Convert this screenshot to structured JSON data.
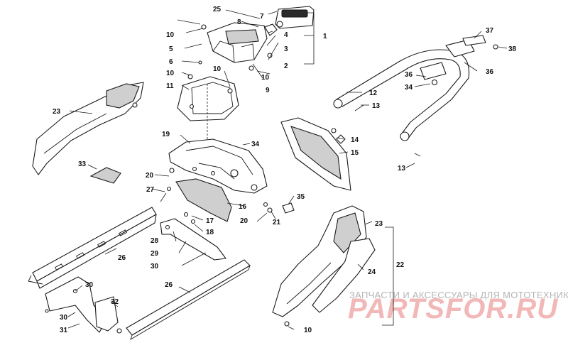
{
  "callouts": [
    {
      "id": "c1",
      "label": "1"
    },
    {
      "id": "c2",
      "label": "2"
    },
    {
      "id": "c3",
      "label": "3"
    },
    {
      "id": "c4",
      "label": "4"
    },
    {
      "id": "c5",
      "label": "5"
    },
    {
      "id": "c6",
      "label": "6"
    },
    {
      "id": "c7",
      "label": "7"
    },
    {
      "id": "c8",
      "label": "8"
    },
    {
      "id": "c9",
      "label": "9"
    },
    {
      "id": "c10a",
      "label": "10"
    },
    {
      "id": "c10b",
      "label": "10"
    },
    {
      "id": "c10c",
      "label": "10"
    },
    {
      "id": "c10d",
      "label": "10"
    },
    {
      "id": "c10e",
      "label": "10"
    },
    {
      "id": "c11",
      "label": "11"
    },
    {
      "id": "c12",
      "label": "12"
    },
    {
      "id": "c13a",
      "label": "13"
    },
    {
      "id": "c13b",
      "label": "13"
    },
    {
      "id": "c14",
      "label": "14"
    },
    {
      "id": "c15",
      "label": "15"
    },
    {
      "id": "c16",
      "label": "16"
    },
    {
      "id": "c17",
      "label": "17"
    },
    {
      "id": "c18",
      "label": "18"
    },
    {
      "id": "c19",
      "label": "19"
    },
    {
      "id": "c20a",
      "label": "20"
    },
    {
      "id": "c20b",
      "label": "20"
    },
    {
      "id": "c21",
      "label": "21"
    },
    {
      "id": "c22",
      "label": "22"
    },
    {
      "id": "c23a",
      "label": "23"
    },
    {
      "id": "c23b",
      "label": "23"
    },
    {
      "id": "c24",
      "label": "24"
    },
    {
      "id": "c25",
      "label": "25"
    },
    {
      "id": "c26a",
      "label": "26"
    },
    {
      "id": "c26b",
      "label": "26"
    },
    {
      "id": "c27",
      "label": "27"
    },
    {
      "id": "c28",
      "label": "28"
    },
    {
      "id": "c29",
      "label": "29"
    },
    {
      "id": "c30a",
      "label": "30"
    },
    {
      "id": "c30b",
      "label": "30"
    },
    {
      "id": "c30c",
      "label": "30"
    },
    {
      "id": "c31",
      "label": "31"
    },
    {
      "id": "c32",
      "label": "32"
    },
    {
      "id": "c33",
      "label": "33"
    },
    {
      "id": "c34a",
      "label": "34"
    },
    {
      "id": "c34b",
      "label": "34"
    },
    {
      "id": "c35",
      "label": "35"
    },
    {
      "id": "c36a",
      "label": "36"
    },
    {
      "id": "c36b",
      "label": "36"
    },
    {
      "id": "c37",
      "label": "37"
    },
    {
      "id": "c38",
      "label": "38"
    }
  ],
  "watermark": {
    "caption": "ЗАПЧАСТИ И АКСЕССУАРЫ ДЛЯ МОТОТЕХНИКИ",
    "logo": "PARTSFOR.RU"
  }
}
